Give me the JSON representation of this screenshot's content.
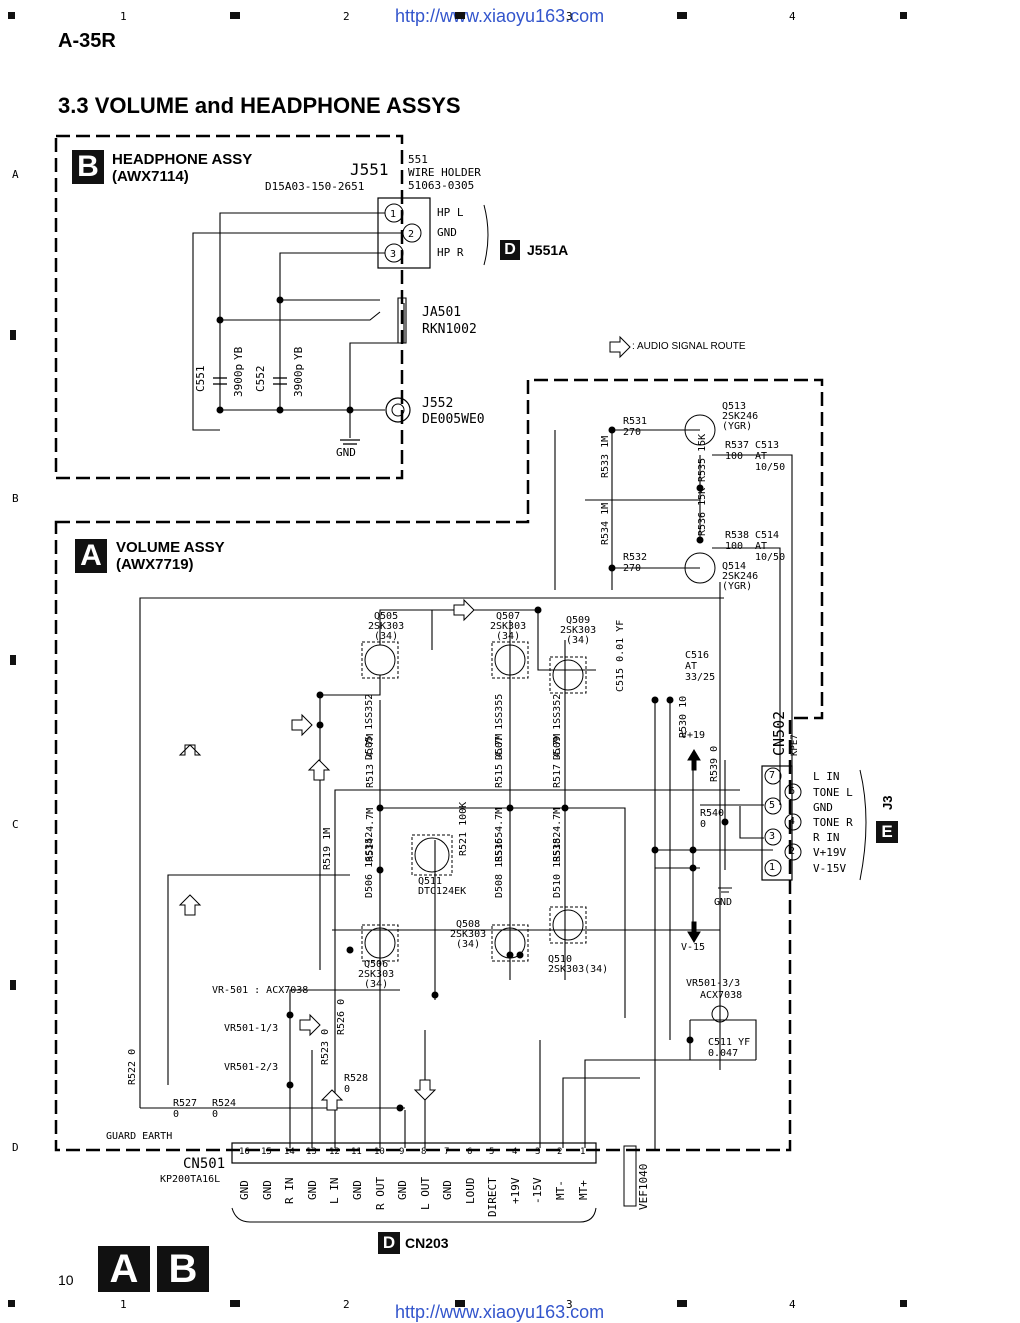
{
  "header": {
    "model": "A-35R",
    "section_title": "3.3 VOLUME and HEADPHONE ASSYS",
    "url": "http://www.xiaoyu163.com",
    "grid_cols": [
      "1",
      "2",
      "3",
      "4"
    ],
    "grid_rows": [
      "A",
      "B",
      "C",
      "D"
    ]
  },
  "headphone_assy": {
    "badge": "B",
    "name": "HEADPHONE ASSY",
    "part": "(AWX7114)",
    "j551": "J551",
    "j551_part": "D15A03-150-2651",
    "holder_ref": "551",
    "holder_name": "WIRE HOLDER",
    "holder_part": "51063-0305",
    "pins": [
      "HP L",
      "GND",
      "HP R"
    ],
    "dest_badge": "D",
    "dest": "J551A",
    "ja501": "JA501",
    "ja501_part": "RKN1002",
    "j552": "J552",
    "j552_part": "DE005WE0",
    "c551": "C551",
    "c552": "C552",
    "cap_val": "3900p",
    "cap_type": "YB",
    "gnd": "GND"
  },
  "legend": {
    "text": ": AUDIO SIGNAL ROUTE"
  },
  "volume_assy": {
    "badge": "A",
    "name": "VOLUME ASSY",
    "part": "(AWX7719)",
    "cn502": "CN502",
    "cn502_part": "KPE7",
    "cn502_pins": [
      {
        "num": "7",
        "label": "L IN"
      },
      {
        "num": "6",
        "label": "TONE L"
      },
      {
        "num": "5",
        "label": "GND"
      },
      {
        "num": "4",
        "label": "TONE R"
      },
      {
        "num": "3",
        "label": "R IN"
      },
      {
        "num": "2",
        "label": "V+19V"
      },
      {
        "num": "1",
        "label": "V-15V"
      }
    ],
    "j3_badge": "E",
    "j3": "J3",
    "cn501": "CN501",
    "cn501_part": "KP200TA16L",
    "cn501_pins": [
      {
        "num": "16",
        "label": "GND"
      },
      {
        "num": "15",
        "label": "GND"
      },
      {
        "num": "14",
        "label": "R IN"
      },
      {
        "num": "13",
        "label": "GND"
      },
      {
        "num": "12",
        "label": "L IN"
      },
      {
        "num": "11",
        "label": "GND"
      },
      {
        "num": "10",
        "label": "R OUT"
      },
      {
        "num": "9",
        "label": "GND"
      },
      {
        "num": "8",
        "label": "L OUT"
      },
      {
        "num": "7",
        "label": "GND"
      },
      {
        "num": "6",
        "label": "LOUD"
      },
      {
        "num": "5",
        "label": "DIRECT"
      },
      {
        "num": "4",
        "label": "+19V"
      },
      {
        "num": "3",
        "label": "-15V"
      },
      {
        "num": "2",
        "label": "MT-"
      },
      {
        "num": "1",
        "label": "MT+"
      }
    ],
    "cn203_badge": "D",
    "cn203": "CN203",
    "vef": "VEF1040",
    "guard_earth": "GUARD EARTH",
    "vr501": "VR-501 : ACX7038",
    "vr501_13": "VR501-1/3",
    "vr501_23": "VR501-2/3",
    "vr501_33": "VR501-3/3",
    "vr501_33_part": "ACX7038",
    "c511": "C511",
    "c511_val": "0.047",
    "c511_type": "YF",
    "v_plus": "V+19",
    "v_minus": "V-15",
    "gnd": "GND",
    "fets": [
      {
        "ref": "Q505",
        "part": "2SK303",
        "grade": "(34)"
      },
      {
        "ref": "Q507",
        "part": "2SK303",
        "grade": "(34)"
      },
      {
        "ref": "Q509",
        "part": "2SK303",
        "grade": "(34)"
      },
      {
        "ref": "Q506",
        "part": "2SK303",
        "grade": "(34)"
      },
      {
        "ref": "Q508",
        "part": "2SK303",
        "grade": "(34)"
      },
      {
        "ref": "Q510",
        "part": "2SK303(34)",
        "grade": ""
      }
    ],
    "q511": "Q511",
    "q511_part": "DTC124EK",
    "q513": "Q513",
    "q514": "Q514",
    "q513_part": "2SK246",
    "q_grade": "(YGR)",
    "resistors": [
      {
        "ref": "R531",
        "val": "270"
      },
      {
        "ref": "R532",
        "val": "270"
      },
      {
        "ref": "R533",
        "val": "1M"
      },
      {
        "ref": "R534",
        "val": "1M"
      },
      {
        "ref": "R535",
        "val": "15K"
      },
      {
        "ref": "R536",
        "val": "15K"
      },
      {
        "ref": "R537",
        "val": "100"
      },
      {
        "ref": "R538",
        "val": "100"
      },
      {
        "ref": "R513",
        "val": "4.7M"
      },
      {
        "ref": "R514",
        "val": "4.7M"
      },
      {
        "ref": "R515",
        "val": "4.7M"
      },
      {
        "ref": "R516",
        "val": "4.7M"
      },
      {
        "ref": "R517",
        "val": "4.7M"
      },
      {
        "ref": "R518",
        "val": "4.7M"
      },
      {
        "ref": "R519",
        "val": "1M"
      },
      {
        "ref": "R521",
        "val": "100K"
      },
      {
        "ref": "R530",
        "val": "10"
      },
      {
        "ref": "R539",
        "val": "0"
      },
      {
        "ref": "R540",
        "val": "0"
      },
      {
        "ref": "R522",
        "val": "0"
      },
      {
        "ref": "R523",
        "val": "0"
      },
      {
        "ref": "R526",
        "val": "0"
      },
      {
        "ref": "R527",
        "val": "0"
      },
      {
        "ref": "R524",
        "val": "0"
      },
      {
        "ref": "R528",
        "val": "0"
      }
    ],
    "diodes": [
      {
        "ref": "D505",
        "part": "1SS352"
      },
      {
        "ref": "D507",
        "part": "1SS355"
      },
      {
        "ref": "D509",
        "part": "1SS352"
      },
      {
        "ref": "D506",
        "part": "1SS352"
      },
      {
        "ref": "D508",
        "part": "1SS355"
      },
      {
        "ref": "D510",
        "part": "1SS352"
      }
    ],
    "c513": "C513",
    "c514": "C514",
    "c_at_val": "10/50",
    "c_at": "AT",
    "c515": "C515",
    "c515_val": "0.01",
    "c515_type": "YF",
    "c516": "C516",
    "c516_val": "33/25"
  },
  "footer": {
    "page": "10",
    "badges": [
      "A",
      "B"
    ]
  }
}
